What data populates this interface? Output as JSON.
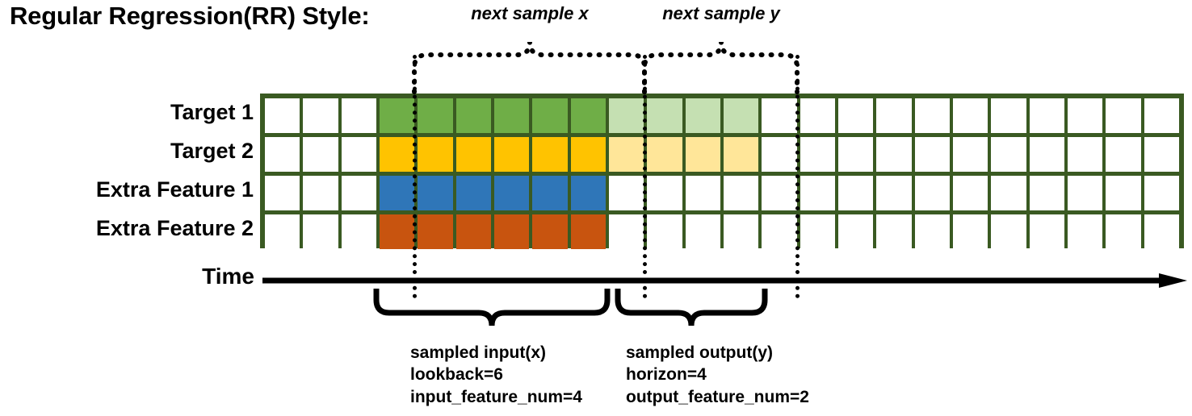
{
  "title": "Regular Regression(RR) Style:",
  "colors": {
    "grid_border": "#3a5a22",
    "target1": "#6fae47",
    "target1_faded": "#c5e0b2",
    "target2": "#ffc300",
    "target2_faded": "#ffe699",
    "extra1": "#2f76b8",
    "extra2": "#c8540f",
    "empty": "#ffffff",
    "ink": "#000000"
  },
  "rows": [
    {
      "label": "Target 1",
      "solid_color": "#6fae47",
      "faded_color": "#c5e0b2",
      "input_cells": 6,
      "output_cells": 4
    },
    {
      "label": "Target 2",
      "solid_color": "#ffc300",
      "faded_color": "#ffe699",
      "input_cells": 6,
      "output_cells": 4
    },
    {
      "label": "Extra Feature 1",
      "solid_color": "#2f76b8",
      "faded_color": null,
      "input_cells": 6,
      "output_cells": 0
    },
    {
      "label": "Extra Feature 2",
      "solid_color": "#c8540f",
      "faded_color": null,
      "input_cells": 6,
      "output_cells": 0
    }
  ],
  "grid": {
    "total_columns": 24,
    "lead_empty_columns": 3,
    "input_start_column": 4,
    "output_start_column": 10,
    "trailing_empty_columns": 11
  },
  "axis": {
    "label": "Time"
  },
  "top_annotations": [
    {
      "text": "next sample x"
    },
    {
      "text": "next sample y"
    }
  ],
  "bottom_annotations": [
    {
      "title": "sampled input(x)",
      "line2": "lookback=6",
      "line3": "input_feature_num=4"
    },
    {
      "title": "sampled output(y)",
      "line2": "horizon=4",
      "line3": "output_feature_num=2"
    }
  ]
}
